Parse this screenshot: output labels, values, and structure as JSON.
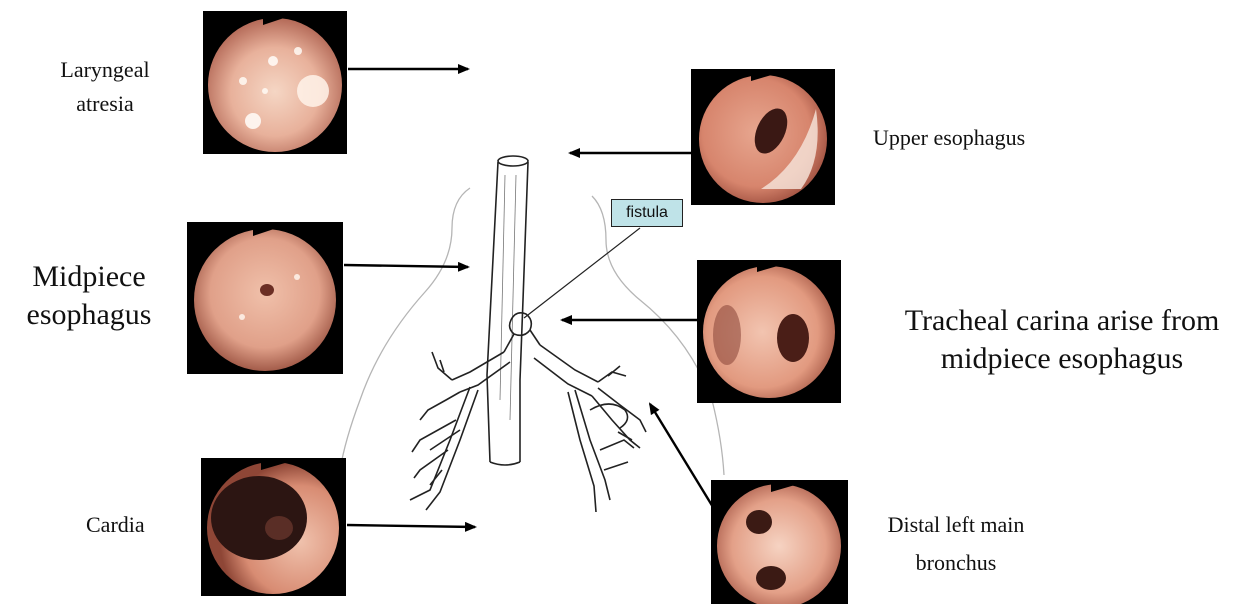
{
  "figure": {
    "labels": {
      "laryngeal_atresia": [
        "Laryngeal",
        "atresia"
      ],
      "midpiece_esophagus": [
        "Midpiece",
        "esophagus"
      ],
      "cardia": "Cardia",
      "upper_esophagus": "Upper esophagus",
      "tracheal_carina": [
        "Tracheal carina arise from",
        "midpiece esophagus"
      ],
      "distal_left_main_bronchus": [
        "Distal left main",
        "bronchus"
      ]
    },
    "callout": {
      "text": "fistula"
    },
    "images": [
      "endoscopy-laryngeal-atresia",
      "endoscopy-upper-esophagus",
      "endoscopy-midpiece-esophagus",
      "endoscopy-tracheal-carina",
      "endoscopy-cardia",
      "endoscopy-distal-left-main-bronchus"
    ],
    "colors": {
      "mucosa": "#e7a68f",
      "background": "#ffffff",
      "callout_fill": "#bfe3e8"
    }
  }
}
